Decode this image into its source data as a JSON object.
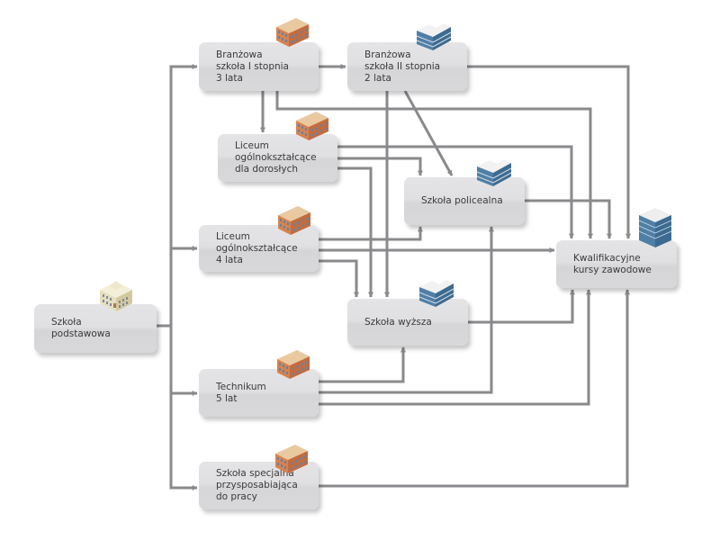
{
  "diagram": {
    "title": "",
    "nodes": [
      {
        "id": "podstawowa",
        "label": "Szkoła\npodstawowa",
        "icon": "classic-school-building-icon"
      },
      {
        "id": "branzowa1",
        "label": "Branżowa\nszkoła I stopnia\n3 lata",
        "icon": "brick-school-building-icon"
      },
      {
        "id": "branzowa2",
        "label": "Branżowa\nszkoła II stopnia\n2 lata",
        "icon": "glass-office-building-icon"
      },
      {
        "id": "liceum_dorosli",
        "label": "Liceum\nogólnokształcące\ndla dorosłych",
        "icon": "brick-school-building-icon"
      },
      {
        "id": "policealna",
        "label": "Szkoła policealna",
        "icon": "glass-office-building-icon"
      },
      {
        "id": "liceum4",
        "label": "Liceum\nogólnokształcące\n4 lata",
        "icon": "brick-school-building-icon"
      },
      {
        "id": "kursy",
        "label": "Kwalifikacyjne\nkursy zawodowe",
        "icon": "glass-tower-building-icon"
      },
      {
        "id": "wyzsza",
        "label": "Szkoła wyższa",
        "icon": "glass-office-building-icon"
      },
      {
        "id": "technikum",
        "label": "Technikum\n5 lat",
        "icon": "brick-school-building-icon"
      },
      {
        "id": "specjalna",
        "label": "Szkoła specjalna\nprzysposabiająca\ndo pracy",
        "icon": "brick-school-building-icon"
      }
    ],
    "edges": [
      {
        "from": "podstawowa",
        "to": "branzowa1"
      },
      {
        "from": "podstawowa",
        "to": "liceum4"
      },
      {
        "from": "podstawowa",
        "to": "technikum"
      },
      {
        "from": "podstawowa",
        "to": "specjalna"
      },
      {
        "from": "branzowa1",
        "to": "branzowa2"
      },
      {
        "from": "branzowa1",
        "to": "liceum_dorosli"
      },
      {
        "from": "branzowa1",
        "to": "kursy"
      },
      {
        "from": "branzowa2",
        "to": "kursy"
      },
      {
        "from": "branzowa2",
        "to": "policealna"
      },
      {
        "from": "branzowa2",
        "to": "wyzsza"
      },
      {
        "from": "liceum_dorosli",
        "to": "kursy"
      },
      {
        "from": "liceum_dorosli",
        "to": "policealna"
      },
      {
        "from": "liceum_dorosli",
        "to": "wyzsza"
      },
      {
        "from": "policealna",
        "to": "kursy"
      },
      {
        "from": "liceum4",
        "to": "policealna"
      },
      {
        "from": "liceum4",
        "to": "kursy"
      },
      {
        "from": "liceum4",
        "to": "wyzsza"
      },
      {
        "from": "wyzsza",
        "to": "kursy"
      },
      {
        "from": "technikum",
        "to": "wyzsza"
      },
      {
        "from": "technikum",
        "to": "policealna"
      },
      {
        "from": "technikum",
        "to": "kursy"
      },
      {
        "from": "specjalna",
        "to": "kursy"
      }
    ]
  },
  "colors": {
    "connector": "#8a8a8c",
    "node_fill": "#dededf",
    "label_text": "#3a3a3a"
  }
}
